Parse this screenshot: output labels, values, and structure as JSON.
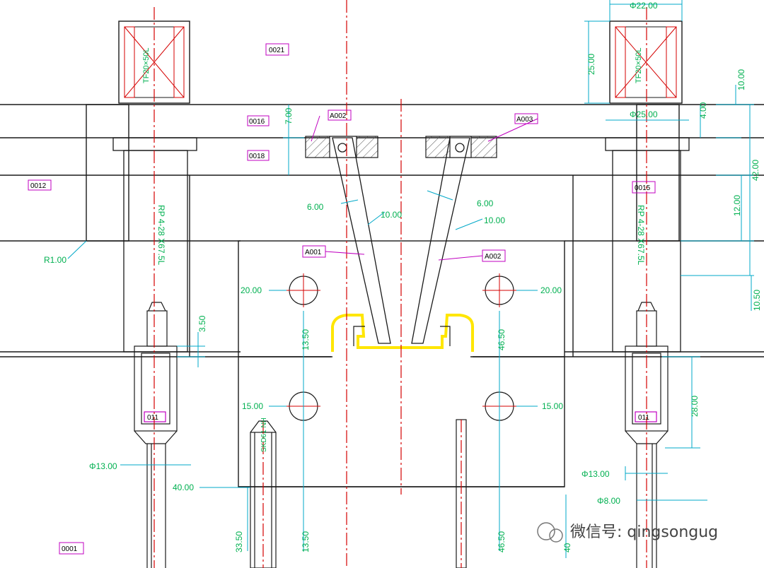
{
  "drawing": {
    "colors": {
      "outline": "#1a1a1a",
      "centerline": "#d40000",
      "dimension": "#00b050",
      "dim_line": "#00a8c8",
      "leader": "#c000c0",
      "highlight": "#ffe600"
    },
    "tags": {
      "t_top": "0021",
      "t_left_mid": "0012",
      "t_left_a": "0016",
      "t_left_b": "0018",
      "t_ins_l": "A002",
      "t_ins_r": "A003",
      "t_lifter_l": "A001",
      "t_lifter_r": "A002",
      "t_right_mid": "0015",
      "t_bottom": "0001",
      "t_pin_l": "011",
      "t_pin_r": "011"
    },
    "dims": {
      "d_dia22": "Φ22.00",
      "d_25": "25.00",
      "d_10a": "10.00",
      "d_dia25": "Φ25.00",
      "d_4": "4.00",
      "d_42": "42.00",
      "d_12": "12.00",
      "d_105": "10.50",
      "d_7": "7.00",
      "d_6l": "6.00",
      "d_6r": "6.00",
      "d_10l": "10.00",
      "d_10r": "10.00",
      "d_r1": "R1.00",
      "d_20l": "20.00",
      "d_20r": "20.00",
      "d_1350t": "13.50",
      "d_4650t": "46.50",
      "d_35": "3.50",
      "d_15l": "15.00",
      "d_15r": "15.00",
      "d_28": "28.00",
      "d_dia13l": "Φ13.00",
      "d_dia13r": "Φ13.00",
      "d_dia8": "Φ8.00",
      "d_40": "40.00",
      "d_3350": "33.50",
      "d_1350b": "13.50",
      "d_4650b": "46.50",
      "d_40b": "40"
    },
    "labels": {
      "spring_l": "TF20×50L",
      "spring_r": "TF20×50L",
      "rp_l": "RP 4-28 X67.5L",
      "rp_r": "RP 4-28 X67.5L",
      "pin_v": "SKD61 NH"
    },
    "watermark": "微信号: qingsongug"
  }
}
